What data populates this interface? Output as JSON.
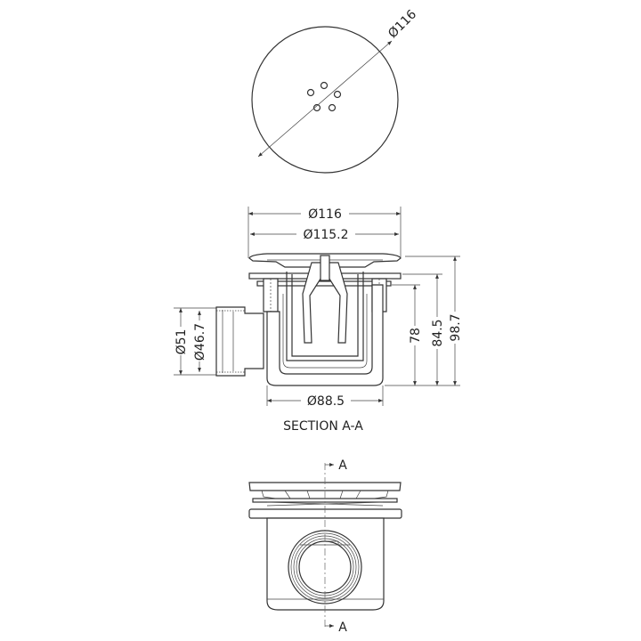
{
  "top_view": {
    "diameter_label": "Ø116"
  },
  "section": {
    "title": "SECTION A-A",
    "dims": {
      "outer_diameter": "Ø116",
      "grate_diameter": "Ø115.2",
      "body_diameter": "Ø88.5",
      "outlet_outer": "Ø51",
      "outlet_inner": "Ø46.7",
      "height_1": "78",
      "height_2": "84.5",
      "height_3": "98.7"
    }
  },
  "side_view": {
    "section_mark_top": "A",
    "section_mark_bottom": "A"
  },
  "colors": {
    "line": "#333333",
    "background": "#ffffff"
  }
}
